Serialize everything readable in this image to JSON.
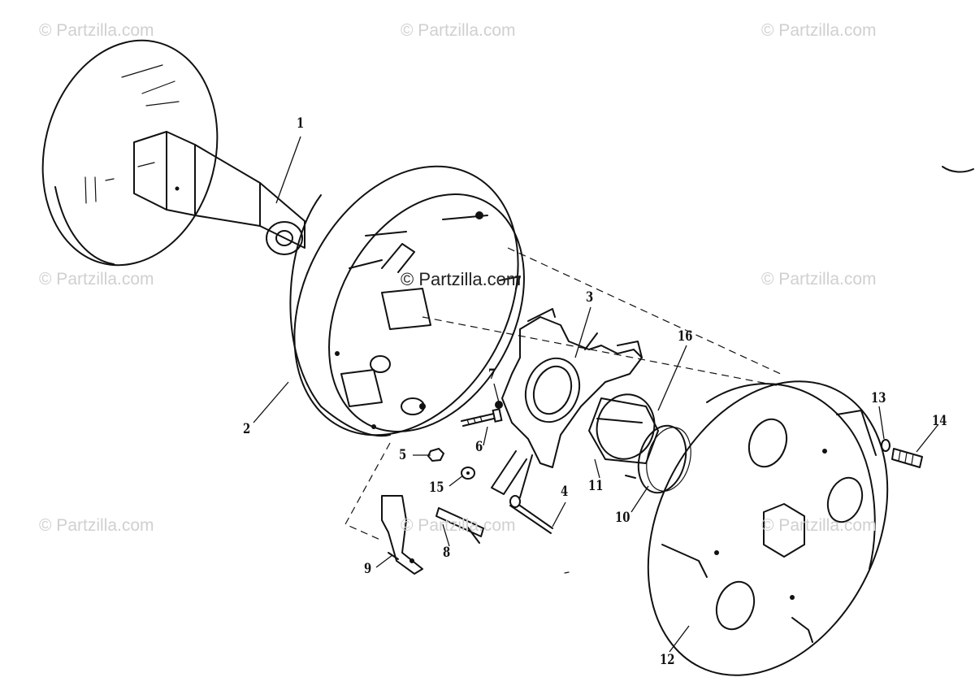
{
  "watermarks": {
    "w1": "© Partzilla.com",
    "w2": "© Partzilla.com",
    "w3": "© Partzilla.com",
    "w4": "© Partzilla.com",
    "w5": "© Partzilla.com",
    "w6": "© Partzilla.com",
    "w7": "© Partzilla.com",
    "w8": "© Partzilla.com",
    "w9": "© Partzilla.com"
  },
  "callouts": {
    "c1": "1",
    "c2": "2",
    "c3": "3",
    "c4": "4",
    "c5": "5",
    "c6": "6",
    "c7": "7",
    "c8": "8",
    "c9": "9",
    "c10": "10",
    "c11": "11",
    "c12": "12",
    "c13": "13",
    "c14": "14",
    "c15": "15",
    "c16": "16"
  }
}
